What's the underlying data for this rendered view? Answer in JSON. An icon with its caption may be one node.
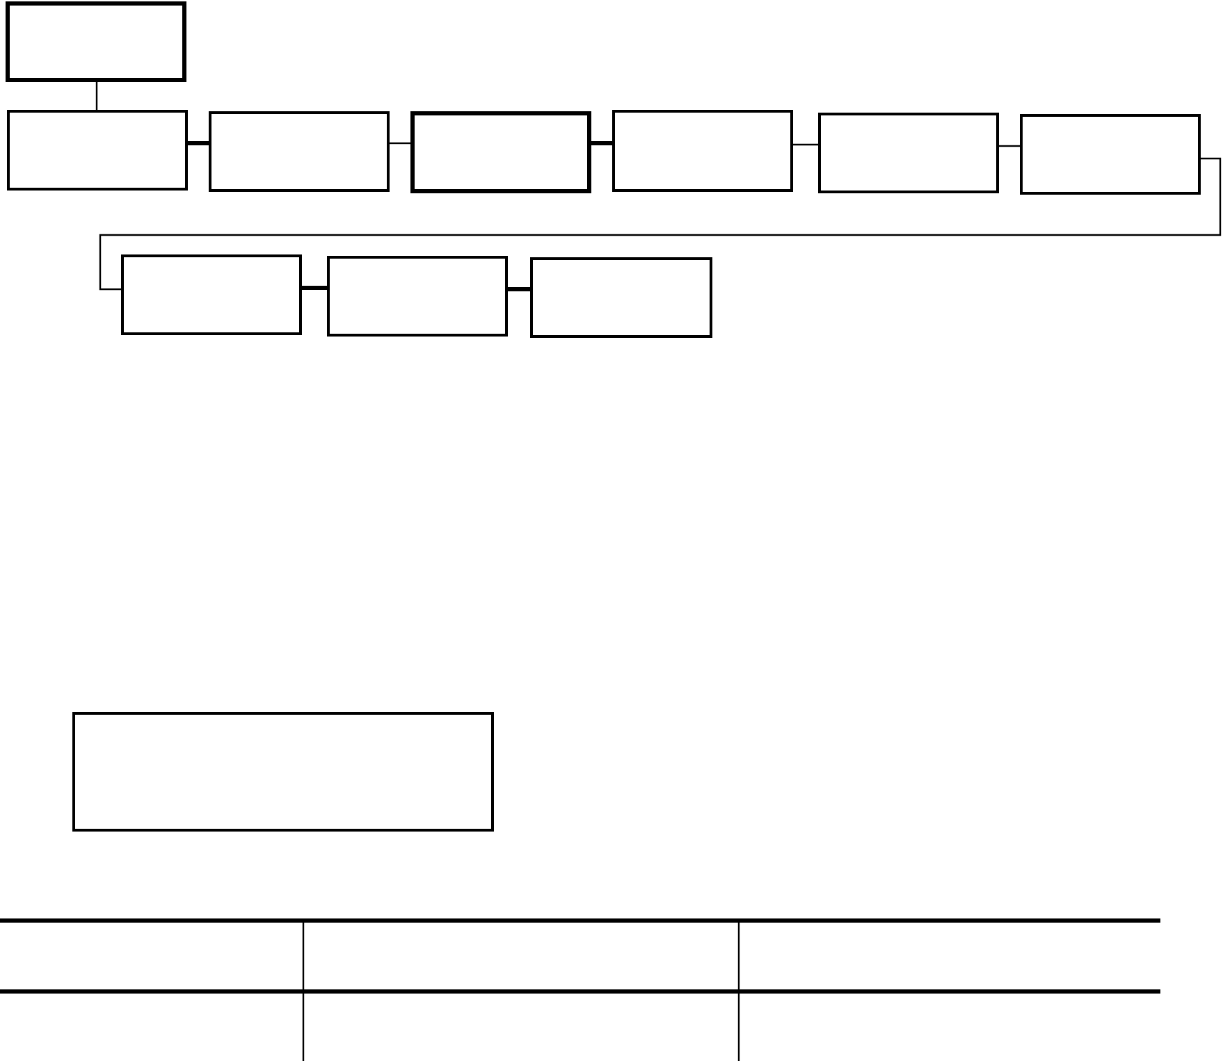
{
  "diagram": {
    "nodes": [
      {
        "text": [],
        "shape": "box"
      },
      {
        "text": [],
        "shape": "box"
      },
      {
        "text": [],
        "shape": "box"
      },
      {
        "text": [],
        "shape": "box"
      },
      {
        "text": [],
        "shape": "box"
      },
      {
        "text": [],
        "shape": "box"
      },
      {
        "text": [],
        "shape": "box"
      },
      {
        "text": [],
        "shape": "box"
      },
      {
        "text": [],
        "shape": "box"
      },
      {
        "text": [],
        "shape": "box"
      },
      {
        "text": [],
        "shape": "box"
      }
    ],
    "edges": [
      {
        "from": 0,
        "to": 1,
        "arrow": "none"
      },
      {
        "from": 1,
        "to": 2,
        "arrow": "none",
        "style": "thick"
      },
      {
        "from": 2,
        "to": 3,
        "arrow": "none"
      },
      {
        "from": 3,
        "to": 4,
        "arrow": "none",
        "style": "thick"
      },
      {
        "from": 4,
        "to": 5,
        "arrow": "none"
      },
      {
        "from": 5,
        "to": 6,
        "arrow": "none"
      },
      {
        "from": 6,
        "to": 7,
        "arrow": "none"
      },
      {
        "from": 7,
        "to": 8,
        "arrow": "none",
        "style": "thick"
      },
      {
        "from": 8,
        "to": 9,
        "arrow": "none",
        "style": "thick"
      }
    ]
  }
}
